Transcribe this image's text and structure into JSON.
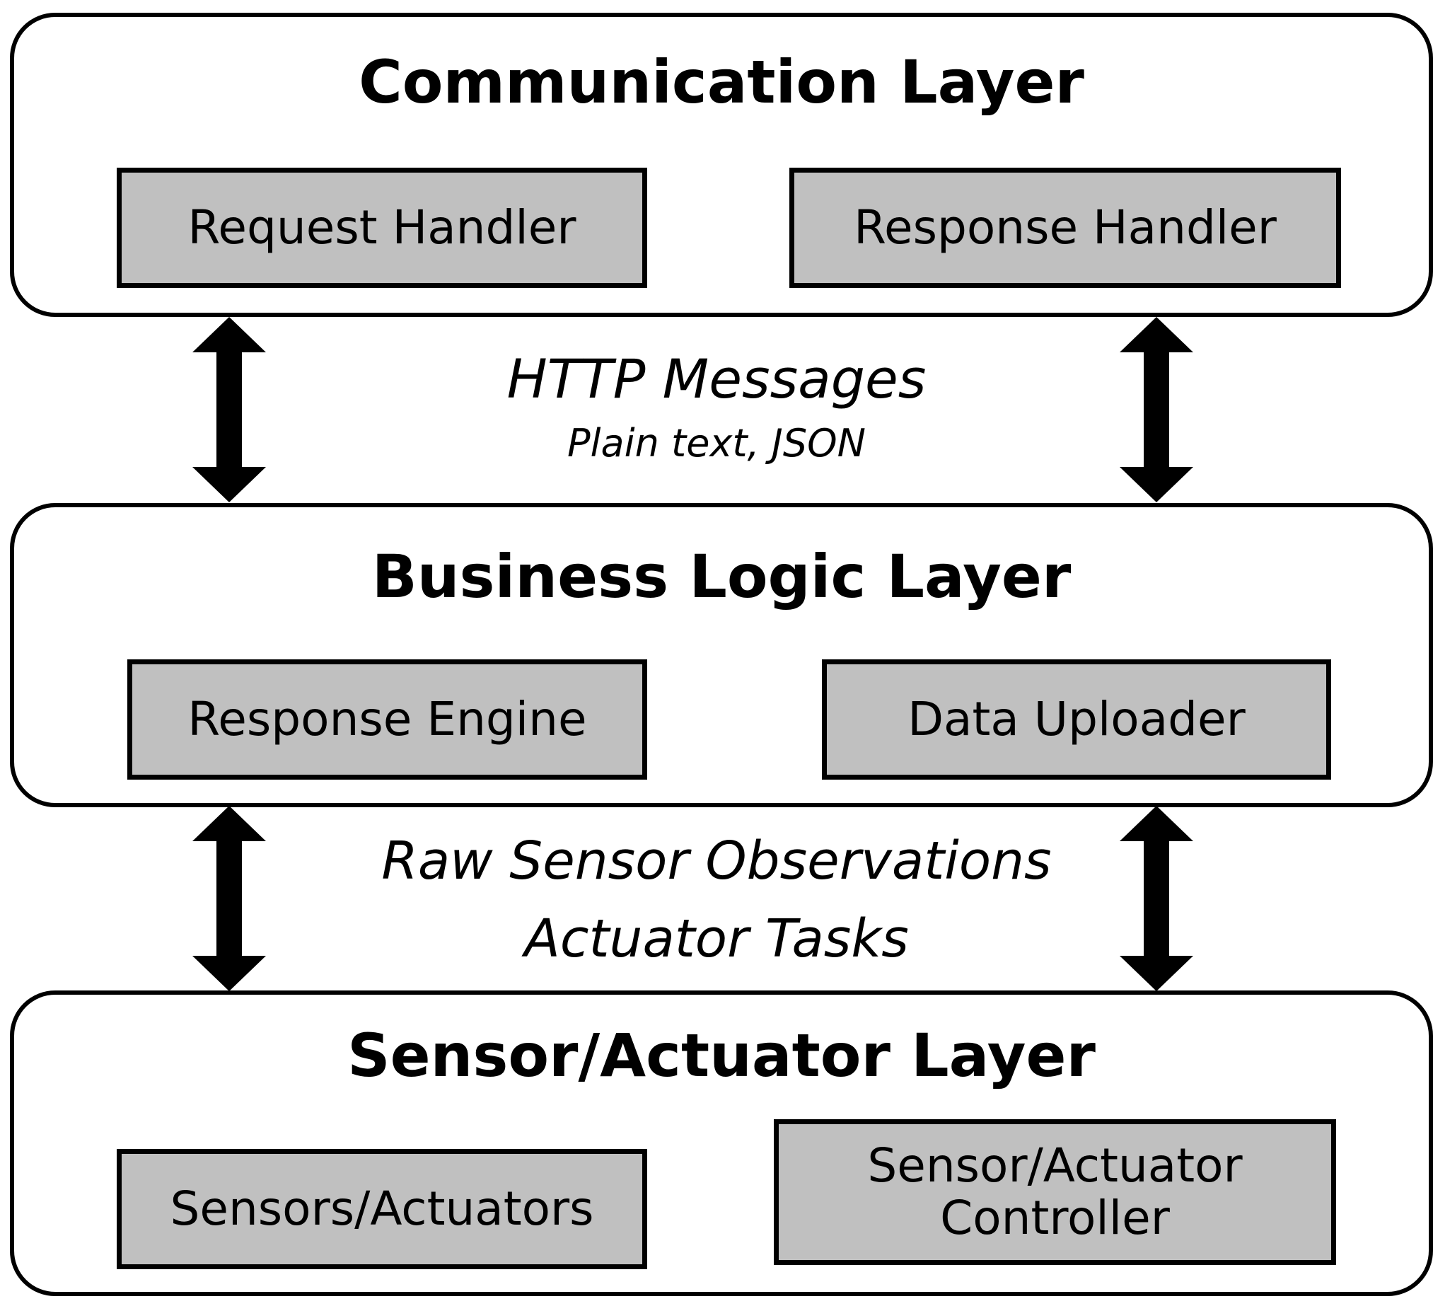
{
  "layers": {
    "communication": {
      "title": "Communication Layer",
      "components": [
        "Request Handler",
        "Response Handler"
      ]
    },
    "business_logic": {
      "title": "Business Logic Layer",
      "components": [
        "Response Engine",
        "Data Uploader"
      ]
    },
    "sensor_actuator": {
      "title": "Sensor/Actuator Layer",
      "components": [
        "Sensors/Actuators"
      ],
      "controller_lines": [
        "Sensor/Actuator",
        "Controller"
      ]
    }
  },
  "links": {
    "comm_to_logic": {
      "title": "HTTP Messages",
      "subtitle": "Plain text, JSON"
    },
    "logic_to_sensor": {
      "line1": "Raw Sensor Observations",
      "line2": "Actuator Tasks"
    }
  },
  "colors": {
    "component_fill": "#c0c0c0",
    "stroke": "#000000",
    "background": "#ffffff"
  },
  "icons": {
    "connector": "double-headed-arrow-icon"
  }
}
